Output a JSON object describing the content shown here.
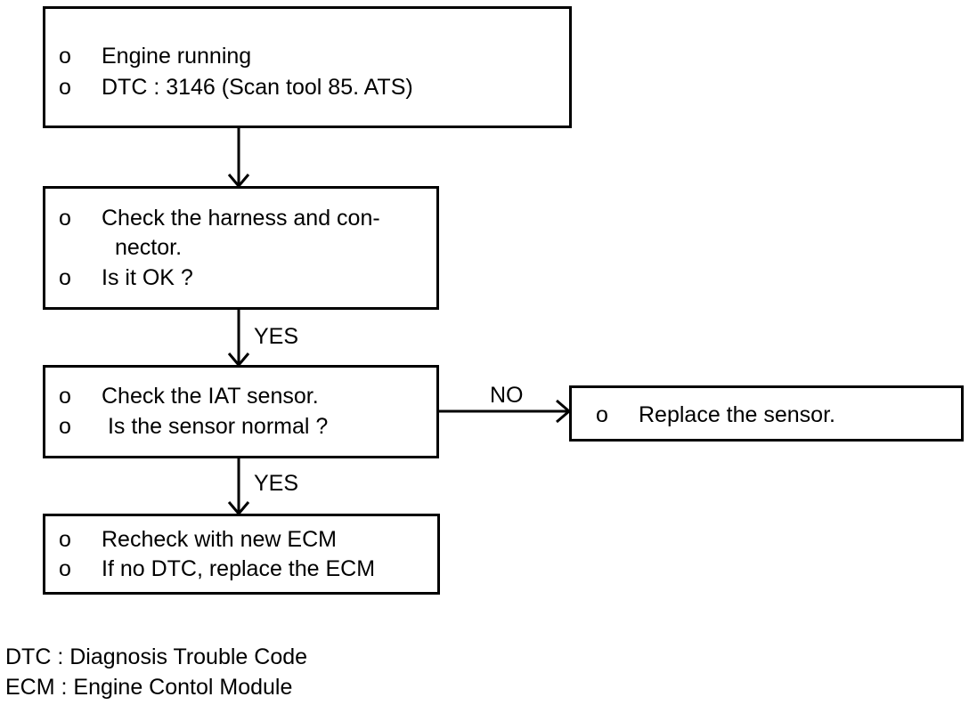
{
  "flowchart": {
    "bullet": "o",
    "step1": {
      "lines": [
        "Engine running",
        "DTC : 3146 (Scan tool 85. ATS)"
      ]
    },
    "step2": {
      "line1": "Check the harness and con-",
      "line1_cont": "nector.",
      "line2": "Is it OK ?"
    },
    "step3": {
      "lines": [
        "Check the IAT sensor.",
        " Is the sensor normal ?"
      ]
    },
    "step4": {
      "lines": [
        "Recheck with new ECM",
        "If no DTC, replace the ECM"
      ]
    },
    "no_action": {
      "lines": [
        "Replace the sensor."
      ]
    },
    "labels": {
      "yes1": "YES",
      "yes2": "YES",
      "no": "NO"
    }
  },
  "legend": [
    "DTC : Diagnosis Trouble Code",
    "ECM : Engine Contol Module"
  ]
}
